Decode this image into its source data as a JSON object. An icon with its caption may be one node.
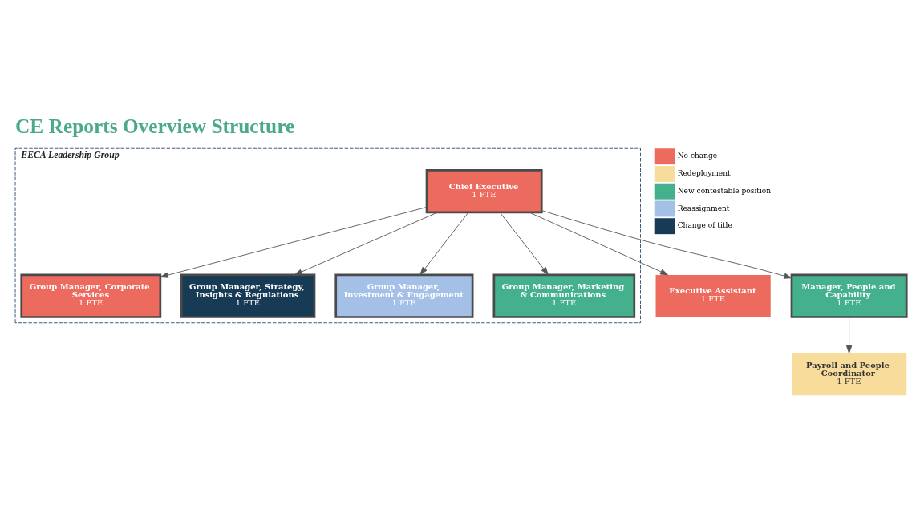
{
  "diagram": {
    "title": "CE Reports Overview Structure",
    "nodes": [
      {
        "text": [
          "EECA Leadership Group"
        ]
      },
      {
        "text": [
          "Chief Executive",
          "1 FTE"
        ],
        "in": 0
      },
      {
        "text": [
          "Executive Assistant",
          "1 FTE"
        ]
      },
      {
        "text": [
          "Group Manager, Corporate Services",
          "1 FTE"
        ],
        "in": 0
      },
      {
        "text": [
          "Group Manager, Strategy, Insights & Regulations",
          "1 FTE"
        ],
        "in": 0
      },
      {
        "text": [
          "Group Manager, Investment & Engagement",
          "1 FTE"
        ],
        "in": 0
      },
      {
        "text": [
          "Group Manager, Marketing & Communications",
          "1 FTE"
        ],
        "in": 0
      },
      {
        "text": [
          "Manager, People and Capability",
          "1 FTE"
        ]
      },
      {
        "text": [
          "Payroll and People Coordinator",
          "1 FTE"
        ]
      }
    ],
    "edges": [
      {
        "from": 1,
        "to": 2,
        "arrow": "to"
      },
      {
        "from": 1,
        "to": 3,
        "arrow": "to"
      },
      {
        "from": 1,
        "to": 4,
        "arrow": "to"
      },
      {
        "from": 1,
        "to": 5,
        "arrow": "to"
      },
      {
        "from": 1,
        "to": 6,
        "arrow": "to"
      },
      {
        "from": 1,
        "to": 7,
        "arrow": "to"
      },
      {
        "from": 7,
        "to": 8,
        "arrow": "to"
      }
    ],
    "legend": [
      {
        "text": "No change",
        "color": "#ec6b5e"
      },
      {
        "text": "Redeployment",
        "color": "#f8dc9b"
      },
      {
        "text": "New contestable position",
        "color": "#44b08e"
      },
      {
        "text": "Reassignment",
        "color": "#a5c0e6"
      },
      {
        "text": "Change of title",
        "color": "#173a55"
      }
    ]
  }
}
